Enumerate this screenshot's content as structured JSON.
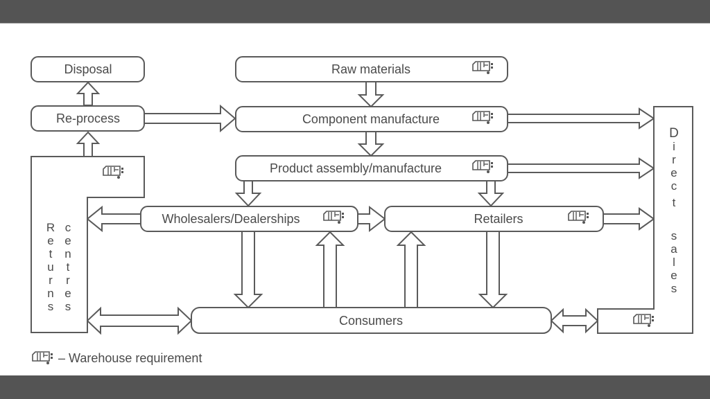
{
  "diagram": {
    "nodes": {
      "disposal": "Disposal",
      "reprocess": "Re-process",
      "raw_materials": "Raw materials",
      "component_manufacture": "Component manufacture",
      "product_assembly": "Product assembly/manufacture",
      "wholesalers": "Wholesalers/Dealerships",
      "retailers": "Retailers",
      "consumers": "Consumers",
      "returns_centres_col1": [
        "R",
        "e",
        "t",
        "u",
        "r",
        "n",
        "s"
      ],
      "returns_centres_col2": [
        "c",
        "e",
        "n",
        "t",
        "r",
        "e",
        "s"
      ],
      "direct_sales_col": [
        "D",
        "i",
        "r",
        "e",
        "c",
        "t",
        "",
        "s",
        "a",
        "l",
        "e",
        "s"
      ]
    },
    "legend": {
      "icon": "warehouse-icon",
      "text": "– Warehouse requirement"
    },
    "warehouse_nodes": [
      "raw_materials",
      "component_manufacture",
      "product_assembly",
      "wholesalers",
      "retailers",
      "returns_centres",
      "direct_sales"
    ],
    "flows": [
      {
        "from": "reprocess",
        "to": "disposal"
      },
      {
        "from": "returns_centres",
        "to": "reprocess"
      },
      {
        "from": "reprocess",
        "to": "component_manufacture"
      },
      {
        "from": "raw_materials",
        "to": "component_manufacture"
      },
      {
        "from": "component_manufacture",
        "to": "product_assembly"
      },
      {
        "from": "component_manufacture",
        "to": "direct_sales"
      },
      {
        "from": "product_assembly",
        "to": "direct_sales"
      },
      {
        "from": "product_assembly",
        "to": "wholesalers"
      },
      {
        "from": "product_assembly",
        "to": "retailers"
      },
      {
        "from": "wholesalers",
        "to": "returns_centres"
      },
      {
        "from": "wholesalers",
        "to": "retailers"
      },
      {
        "from": "retailers",
        "to": "direct_sales"
      },
      {
        "from": "wholesalers",
        "to": "consumers"
      },
      {
        "from": "consumers",
        "to": "wholesalers"
      },
      {
        "from": "consumers",
        "to": "retailers"
      },
      {
        "from": "retailers",
        "to": "consumers"
      },
      {
        "from": "consumers",
        "to": "returns_centres",
        "bidirectional": true
      },
      {
        "from": "consumers",
        "to": "direct_sales",
        "bidirectional": true
      }
    ]
  }
}
